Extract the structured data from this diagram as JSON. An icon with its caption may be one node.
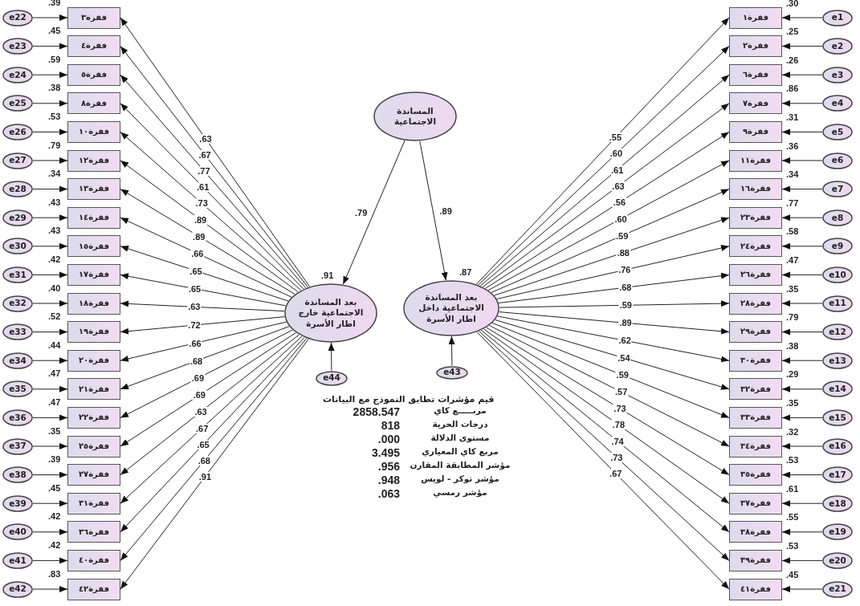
{
  "diagram": {
    "nodes": [
      {
        "text": [
          "المساندة الاجتماعية"
        ]
      },
      {
        "text": [
          "بعد المساندة الاجتماعية خارج اطار الأسرة"
        ],
        "beside": [
          ".91"
        ]
      },
      {
        "text": [
          "بعد المساندة الاجتماعية داخل اطار الأسرة"
        ],
        "beside": [
          ".87"
        ]
      },
      {
        "text": [
          "e44"
        ]
      },
      {
        "text": [
          "e43"
        ]
      },
      {
        "text": [
          "فقرة١"
        ],
        "beside": [
          ".30"
        ]
      },
      {
        "text": [
          "فقرة٢"
        ],
        "beside": [
          ".25"
        ]
      },
      {
        "text": [
          "فقرة٦"
        ],
        "beside": [
          ".26"
        ]
      },
      {
        "text": [
          "فقرة٧"
        ],
        "beside": [
          ".86"
        ]
      },
      {
        "text": [
          "فقرة٩"
        ],
        "beside": [
          ".31"
        ]
      },
      {
        "text": [
          "فقرة١١"
        ],
        "beside": [
          ".36"
        ]
      },
      {
        "text": [
          "فقرة١٦"
        ],
        "beside": [
          ".34"
        ]
      },
      {
        "text": [
          "فقرة٢٣"
        ],
        "beside": [
          ".77"
        ]
      },
      {
        "text": [
          "فقرة٢٤"
        ],
        "beside": [
          ".58"
        ]
      },
      {
        "text": [
          "فقرة٢٦"
        ],
        "beside": [
          ".47"
        ]
      },
      {
        "text": [
          "فقرة٢٨"
        ],
        "beside": [
          ".35"
        ]
      },
      {
        "text": [
          "فقرة٢٩"
        ],
        "beside": [
          ".79"
        ]
      },
      {
        "text": [
          "فقرة٣٠"
        ],
        "beside": [
          ".38"
        ]
      },
      {
        "text": [
          "فقرة٣٢"
        ],
        "beside": [
          ".29"
        ]
      },
      {
        "text": [
          "فقرة٣٣"
        ],
        "beside": [
          ".35"
        ]
      },
      {
        "text": [
          "فقرة٣٤"
        ],
        "beside": [
          ".32"
        ]
      },
      {
        "text": [
          "فقرة٣٥"
        ],
        "beside": [
          ".53"
        ]
      },
      {
        "text": [
          "فقرة٣٧"
        ],
        "beside": [
          ".61"
        ]
      },
      {
        "text": [
          "فقرة٣٨"
        ],
        "beside": [
          ".55"
        ]
      },
      {
        "text": [
          "فقرة٣٩"
        ],
        "beside": [
          ".53"
        ]
      },
      {
        "text": [
          "فقرة٤١"
        ],
        "beside": [
          ".45"
        ]
      },
      {
        "text": [
          "e1"
        ]
      },
      {
        "text": [
          "e2"
        ]
      },
      {
        "text": [
          "e3"
        ]
      },
      {
        "text": [
          "e4"
        ]
      },
      {
        "text": [
          "e5"
        ]
      },
      {
        "text": [
          "e6"
        ]
      },
      {
        "text": [
          "e7"
        ]
      },
      {
        "text": [
          "e8"
        ]
      },
      {
        "text": [
          "e9"
        ]
      },
      {
        "text": [
          "e10"
        ]
      },
      {
        "text": [
          "e11"
        ]
      },
      {
        "text": [
          "e12"
        ]
      },
      {
        "text": [
          "e13"
        ]
      },
      {
        "text": [
          "e14"
        ]
      },
      {
        "text": [
          "e15"
        ]
      },
      {
        "text": [
          "e16"
        ]
      },
      {
        "text": [
          "e17"
        ]
      },
      {
        "text": [
          "e18"
        ]
      },
      {
        "text": [
          "e19"
        ]
      },
      {
        "text": [
          "e20"
        ]
      },
      {
        "text": [
          "e21"
        ]
      },
      {
        "text": [
          "فقرة٣"
        ],
        "beside": [
          ".39"
        ]
      },
      {
        "text": [
          "فقرة٤"
        ],
        "beside": [
          ".45"
        ]
      },
      {
        "text": [
          "فقرة٥"
        ],
        "beside": [
          ".59"
        ]
      },
      {
        "text": [
          "فقرة٨"
        ],
        "beside": [
          ".38"
        ]
      },
      {
        "text": [
          "فقرة١٠"
        ],
        "beside": [
          ".53"
        ]
      },
      {
        "text": [
          "فقرة١٢"
        ],
        "beside": [
          ".79"
        ]
      },
      {
        "text": [
          "فقرة١٣"
        ],
        "beside": [
          ".34"
        ]
      },
      {
        "text": [
          "فقرة١٤"
        ],
        "beside": [
          ".43"
        ]
      },
      {
        "text": [
          "فقرة١٥"
        ],
        "beside": [
          ".43"
        ]
      },
      {
        "text": [
          "فقرة١٧"
        ],
        "beside": [
          ".42"
        ]
      },
      {
        "text": [
          "فقرة١٨"
        ],
        "beside": [
          ".40"
        ]
      },
      {
        "text": [
          "فقرة١٩"
        ],
        "beside": [
          ".52"
        ]
      },
      {
        "text": [
          "فقرة٢٠"
        ],
        "beside": [
          ".44"
        ]
      },
      {
        "text": [
          "فقرة٢١"
        ],
        "beside": [
          ".47"
        ]
      },
      {
        "text": [
          "فقرة٢٢"
        ],
        "beside": [
          ".47"
        ]
      },
      {
        "text": [
          "فقرة٢٥"
        ],
        "beside": [
          ".35"
        ]
      },
      {
        "text": [
          "فقرة٢٧"
        ],
        "beside": [
          ".39"
        ]
      },
      {
        "text": [
          "فقرة٣١"
        ],
        "beside": [
          ".45"
        ]
      },
      {
        "text": [
          "فقرة٣٦"
        ],
        "beside": [
          ".42"
        ]
      },
      {
        "text": [
          "فقرة٤٠"
        ],
        "beside": [
          ".42"
        ]
      },
      {
        "text": [
          "فقرة٤٢"
        ],
        "beside": [
          ".83"
        ]
      },
      {
        "text": [
          "e22"
        ]
      },
      {
        "text": [
          "e23"
        ]
      },
      {
        "text": [
          "e24"
        ]
      },
      {
        "text": [
          "e25"
        ]
      },
      {
        "text": [
          "e26"
        ]
      },
      {
        "text": [
          "e27"
        ]
      },
      {
        "text": [
          "e28"
        ]
      },
      {
        "text": [
          "e29"
        ]
      },
      {
        "text": [
          "e30"
        ]
      },
      {
        "text": [
          "e31"
        ]
      },
      {
        "text": [
          "e32"
        ]
      },
      {
        "text": [
          "e33"
        ]
      },
      {
        "text": [
          "e34"
        ]
      },
      {
        "text": [
          "e35"
        ]
      },
      {
        "text": [
          "e36"
        ]
      },
      {
        "text": [
          "e37"
        ]
      },
      {
        "text": [
          "e38"
        ]
      },
      {
        "text": [
          "e39"
        ]
      },
      {
        "text": [
          "e40"
        ]
      },
      {
        "text": [
          "e41"
        ]
      },
      {
        "text": [
          "e42"
        ]
      }
    ],
    "edges": [
      {
        "from": 0,
        "to": 1,
        "arrow": "to",
        "label": ".79"
      },
      {
        "from": 0,
        "to": 2,
        "arrow": "to",
        "label": ".89"
      },
      {
        "from": 3,
        "to": 1,
        "arrow": "to"
      },
      {
        "from": 4,
        "to": 2,
        "arrow": "to"
      },
      {
        "from": 2,
        "to": 5,
        "arrow": "to",
        "label": ".55"
      },
      {
        "from": 2,
        "to": 6,
        "arrow": "to",
        "label": ".60"
      },
      {
        "from": 2,
        "to": 7,
        "arrow": "to",
        "label": ".61"
      },
      {
        "from": 2,
        "to": 8,
        "arrow": "to",
        "label": ".63"
      },
      {
        "from": 2,
        "to": 9,
        "arrow": "to",
        "label": ".56"
      },
      {
        "from": 2,
        "to": 10,
        "arrow": "to",
        "label": ".60"
      },
      {
        "from": 2,
        "to": 11,
        "arrow": "to",
        "label": ".59"
      },
      {
        "from": 2,
        "to": 12,
        "arrow": "to",
        "label": ".88"
      },
      {
        "from": 2,
        "to": 13,
        "arrow": "to",
        "label": ".76"
      },
      {
        "from": 2,
        "to": 14,
        "arrow": "to",
        "label": ".68"
      },
      {
        "from": 2,
        "to": 15,
        "arrow": "to",
        "label": ".59"
      },
      {
        "from": 2,
        "to": 16,
        "arrow": "to",
        "label": ".89"
      },
      {
        "from": 2,
        "to": 17,
        "arrow": "to",
        "label": ".62"
      },
      {
        "from": 2,
        "to": 18,
        "arrow": "to",
        "label": ".54"
      },
      {
        "from": 2,
        "to": 19,
        "arrow": "to",
        "label": ".59"
      },
      {
        "from": 2,
        "to": 20,
        "arrow": "to",
        "label": ".57"
      },
      {
        "from": 2,
        "to": 21,
        "arrow": "to",
        "label": ".73"
      },
      {
        "from": 2,
        "to": 22,
        "arrow": "to",
        "label": ".78"
      },
      {
        "from": 2,
        "to": 23,
        "arrow": "to",
        "label": ".74"
      },
      {
        "from": 2,
        "to": 24,
        "arrow": "to",
        "label": ".73"
      },
      {
        "from": 2,
        "to": 25,
        "arrow": "to",
        "label": ".67"
      },
      {
        "from": 26,
        "to": 5,
        "arrow": "to"
      },
      {
        "from": 27,
        "to": 6,
        "arrow": "to"
      },
      {
        "from": 28,
        "to": 7,
        "arrow": "to"
      },
      {
        "from": 29,
        "to": 8,
        "arrow": "to"
      },
      {
        "from": 30,
        "to": 9,
        "arrow": "to"
      },
      {
        "from": 31,
        "to": 10,
        "arrow": "to"
      },
      {
        "from": 32,
        "to": 11,
        "arrow": "to"
      },
      {
        "from": 33,
        "to": 12,
        "arrow": "to"
      },
      {
        "from": 34,
        "to": 13,
        "arrow": "to"
      },
      {
        "from": 35,
        "to": 14,
        "arrow": "to"
      },
      {
        "from": 36,
        "to": 15,
        "arrow": "to"
      },
      {
        "from": 37,
        "to": 16,
        "arrow": "to"
      },
      {
        "from": 38,
        "to": 17,
        "arrow": "to"
      },
      {
        "from": 39,
        "to": 18,
        "arrow": "to"
      },
      {
        "from": 40,
        "to": 19,
        "arrow": "to"
      },
      {
        "from": 41,
        "to": 20,
        "arrow": "to"
      },
      {
        "from": 42,
        "to": 21,
        "arrow": "to"
      },
      {
        "from": 43,
        "to": 22,
        "arrow": "to"
      },
      {
        "from": 44,
        "to": 23,
        "arrow": "to"
      },
      {
        "from": 45,
        "to": 24,
        "arrow": "to"
      },
      {
        "from": 46,
        "to": 25,
        "arrow": "to"
      },
      {
        "from": 1,
        "to": 47,
        "arrow": "to",
        "label": ".63"
      },
      {
        "from": 1,
        "to": 48,
        "arrow": "to",
        "label": ".67"
      },
      {
        "from": 1,
        "to": 49,
        "arrow": "to",
        "label": ".77"
      },
      {
        "from": 1,
        "to": 50,
        "arrow": "to",
        "label": ".61"
      },
      {
        "from": 1,
        "to": 51,
        "arrow": "to",
        "label": ".73"
      },
      {
        "from": 1,
        "to": 52,
        "arrow": "to",
        "label": ".89"
      },
      {
        "from": 1,
        "to": 53,
        "arrow": "to",
        "label": ".89"
      },
      {
        "from": 1,
        "to": 54,
        "arrow": "to",
        "label": ".66"
      },
      {
        "from": 1,
        "to": 55,
        "arrow": "to",
        "label": ".65"
      },
      {
        "from": 1,
        "to": 56,
        "arrow": "to",
        "label": ".65"
      },
      {
        "from": 1,
        "to": 57,
        "arrow": "to",
        "label": ".63"
      },
      {
        "from": 1,
        "to": 58,
        "arrow": "to",
        "label": ".72"
      },
      {
        "from": 1,
        "to": 59,
        "arrow": "to",
        "label": ".66"
      },
      {
        "from": 1,
        "to": 60,
        "arrow": "to",
        "label": ".68"
      },
      {
        "from": 1,
        "to": 61,
        "arrow": "to",
        "label": ".69"
      },
      {
        "from": 1,
        "to": 62,
        "arrow": "to",
        "label": ".69"
      },
      {
        "from": 1,
        "to": 63,
        "arrow": "to",
        "label": ".63"
      },
      {
        "from": 1,
        "to": 64,
        "arrow": "to",
        "label": ".67"
      },
      {
        "from": 1,
        "to": 65,
        "arrow": "to",
        "label": ".65"
      },
      {
        "from": 1,
        "to": 66,
        "arrow": "to",
        "label": ".68"
      },
      {
        "from": 1,
        "to": 67,
        "arrow": "to",
        "label": ".91"
      },
      {
        "from": 68,
        "to": 47,
        "arrow": "to"
      },
      {
        "from": 69,
        "to": 48,
        "arrow": "to"
      },
      {
        "from": 70,
        "to": 49,
        "arrow": "to"
      },
      {
        "from": 71,
        "to": 50,
        "arrow": "to"
      },
      {
        "from": 72,
        "to": 51,
        "arrow": "to"
      },
      {
        "from": 73,
        "to": 52,
        "arrow": "to"
      },
      {
        "from": 74,
        "to": 53,
        "arrow": "to"
      },
      {
        "from": 75,
        "to": 54,
        "arrow": "to"
      },
      {
        "from": 76,
        "to": 55,
        "arrow": "to"
      },
      {
        "from": 77,
        "to": 56,
        "arrow": "to"
      },
      {
        "from": 78,
        "to": 57,
        "arrow": "to"
      },
      {
        "from": 79,
        "to": 58,
        "arrow": "to"
      },
      {
        "from": 80,
        "to": 59,
        "arrow": "to"
      },
      {
        "from": 81,
        "to": 60,
        "arrow": "to"
      },
      {
        "from": 82,
        "to": 61,
        "arrow": "to"
      },
      {
        "from": 83,
        "to": 62,
        "arrow": "to"
      },
      {
        "from": 84,
        "to": 63,
        "arrow": "to"
      },
      {
        "from": 85,
        "to": 64,
        "arrow": "to"
      },
      {
        "from": 86,
        "to": 65,
        "arrow": "to"
      },
      {
        "from": 87,
        "to": 66,
        "arrow": "to"
      },
      {
        "from": 88,
        "to": 67,
        "arrow": "to"
      }
    ],
    "labels": [
      "قيم مؤشرات تطابق النموذج مع البيانات",
      "مربـــــع كاي",
      "2858.547",
      "درجات الحرية",
      "818",
      "مستوى الدلالة",
      ".000",
      "مربع كاي المعياري",
      "3.495",
      "مؤشر المطابقة المقارن",
      ".956",
      "مؤشر توكر - لويس",
      ".948",
      "مؤشر رمسي",
      ".063"
    ]
  }
}
